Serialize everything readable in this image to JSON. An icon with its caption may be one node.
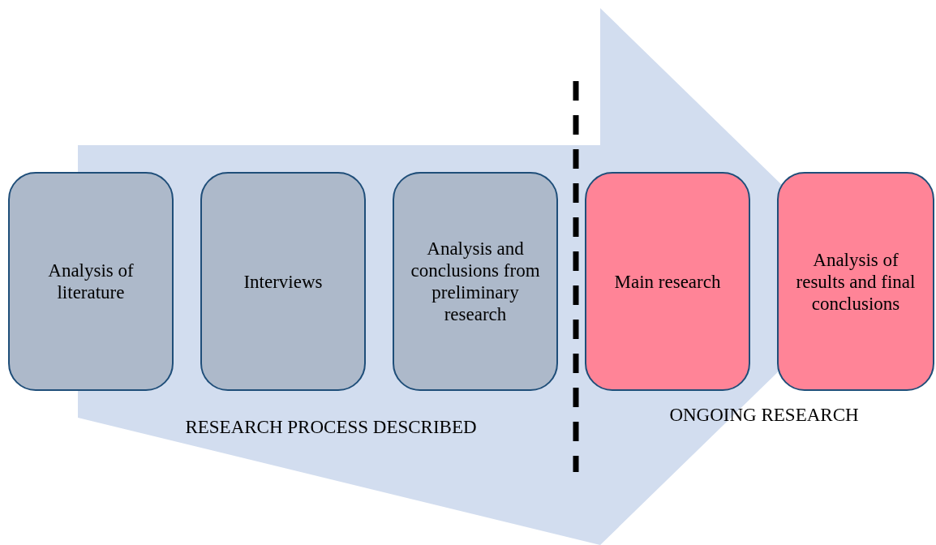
{
  "diagram": {
    "nodes": [
      {
        "text": [
          "Analysis of literature"
        ]
      },
      {
        "text": [
          "Interviews"
        ]
      },
      {
        "text": [
          "Analysis and conclusions from preliminary research"
        ]
      },
      {
        "text": [
          "Main research"
        ]
      },
      {
        "text": [
          "Analysis of results and final conclusions"
        ]
      }
    ],
    "edges": [],
    "labels": [
      "RESEARCH PROCESS DESCRIBED",
      "ONGOING RESEARCH"
    ]
  }
}
